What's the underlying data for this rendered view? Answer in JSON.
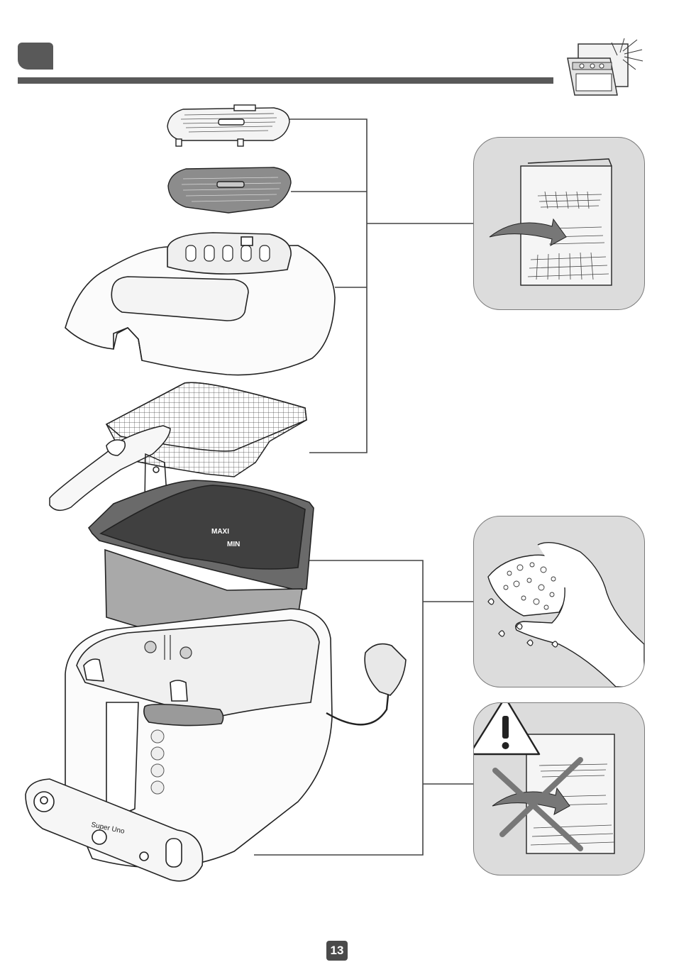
{
  "header": {
    "section_tab_color": "#595959",
    "rule_color": "#595959",
    "oven_icon": "oven-icon"
  },
  "product": {
    "brand_label": "Super Uno",
    "max_marking": "MAXI",
    "min_marking": "MIN"
  },
  "panels": [
    {
      "icon": "dishwasher-allowed-icon",
      "background": "#dcdcdc"
    },
    {
      "icon": "sponge-cleaning-icon",
      "background": "#dcdcdc"
    },
    {
      "icon": "dishwasher-prohibited-icon",
      "background": "#dcdcdc",
      "warning": "warning-triangle-icon"
    }
  ],
  "footer": {
    "page_number": "13"
  }
}
